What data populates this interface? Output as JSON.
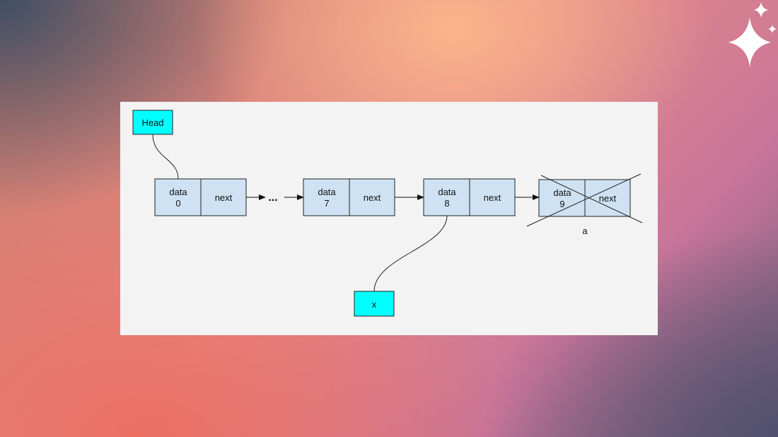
{
  "pointers": {
    "head": "Head",
    "x": "x"
  },
  "nodes": [
    {
      "data_label": "data",
      "value": "0",
      "next_label": "next"
    },
    {
      "data_label": "data",
      "value": "7",
      "next_label": "next"
    },
    {
      "data_label": "data",
      "value": "8",
      "next_label": "next"
    },
    {
      "data_label": "data",
      "value": "9",
      "next_label": "next",
      "deleted": true,
      "caption": "a"
    }
  ],
  "ellipsis": "...",
  "colors": {
    "node_fill": "#cfe2f3",
    "pointer_fill": "#00ffff",
    "panel_bg": "#f3f3f3",
    "stroke": "#222222"
  },
  "icons": [
    "sparkle-icon"
  ]
}
